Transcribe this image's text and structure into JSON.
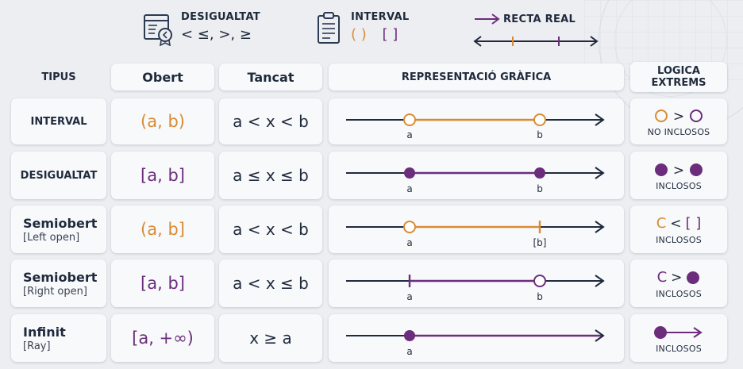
{
  "legend": {
    "desigualtat": {
      "title": "DESIGUALTAT",
      "symbols": "< ≤, >, ≥"
    },
    "interval": {
      "title": "INTERVAL",
      "paren": "( )",
      "bracket": "[ ]"
    },
    "recta": {
      "title": "RECTA REAL"
    }
  },
  "headers": {
    "tipus": "TIPUS",
    "obert": "Obert",
    "tancat": "Tancat",
    "representacio": "REPRESENTACIÓ GRÀFICA",
    "logica": "LOGICA EXTREMS"
  },
  "rows": [
    {
      "type": "INTERVAL",
      "sub": "",
      "notation": "(a, b)",
      "ineq": "a < x < b",
      "labels": [
        "a",
        "b"
      ],
      "logic_note": "NO INCLOSOS"
    },
    {
      "type": "DESIGUALTAT",
      "sub": "",
      "notation": "[a, b]",
      "ineq": "a ≤ x ≤ b",
      "labels": [
        "a",
        "b"
      ],
      "logic_note": "INCLOSOS"
    },
    {
      "type": "Semiobert",
      "sub": "[Left open]",
      "notation": "(a, b]",
      "ineq": "a < x < b",
      "labels": [
        "a",
        "[b]"
      ],
      "logic_note": "INCLOSOS"
    },
    {
      "type": "Semiobert",
      "sub": "[Right open]",
      "notation": "[a, b]",
      "ineq": "a < x ≤ b",
      "labels": [
        "a",
        "b"
      ],
      "logic_note": "INCLOSOS"
    },
    {
      "type": "Infinit",
      "sub": "[Ray]",
      "notation": "[a, +∞)",
      "ineq": "x ≥ a",
      "labels": [
        "a"
      ],
      "logic_note": "INCLOSOS"
    }
  ],
  "colors": {
    "orange": "#d98b34",
    "purple": "#6b2d7c",
    "navy": "#1f2a3c"
  },
  "icons": [
    "certificate-icon",
    "clipboard-icon",
    "arrow-right-icon",
    "number-line-icon"
  ]
}
